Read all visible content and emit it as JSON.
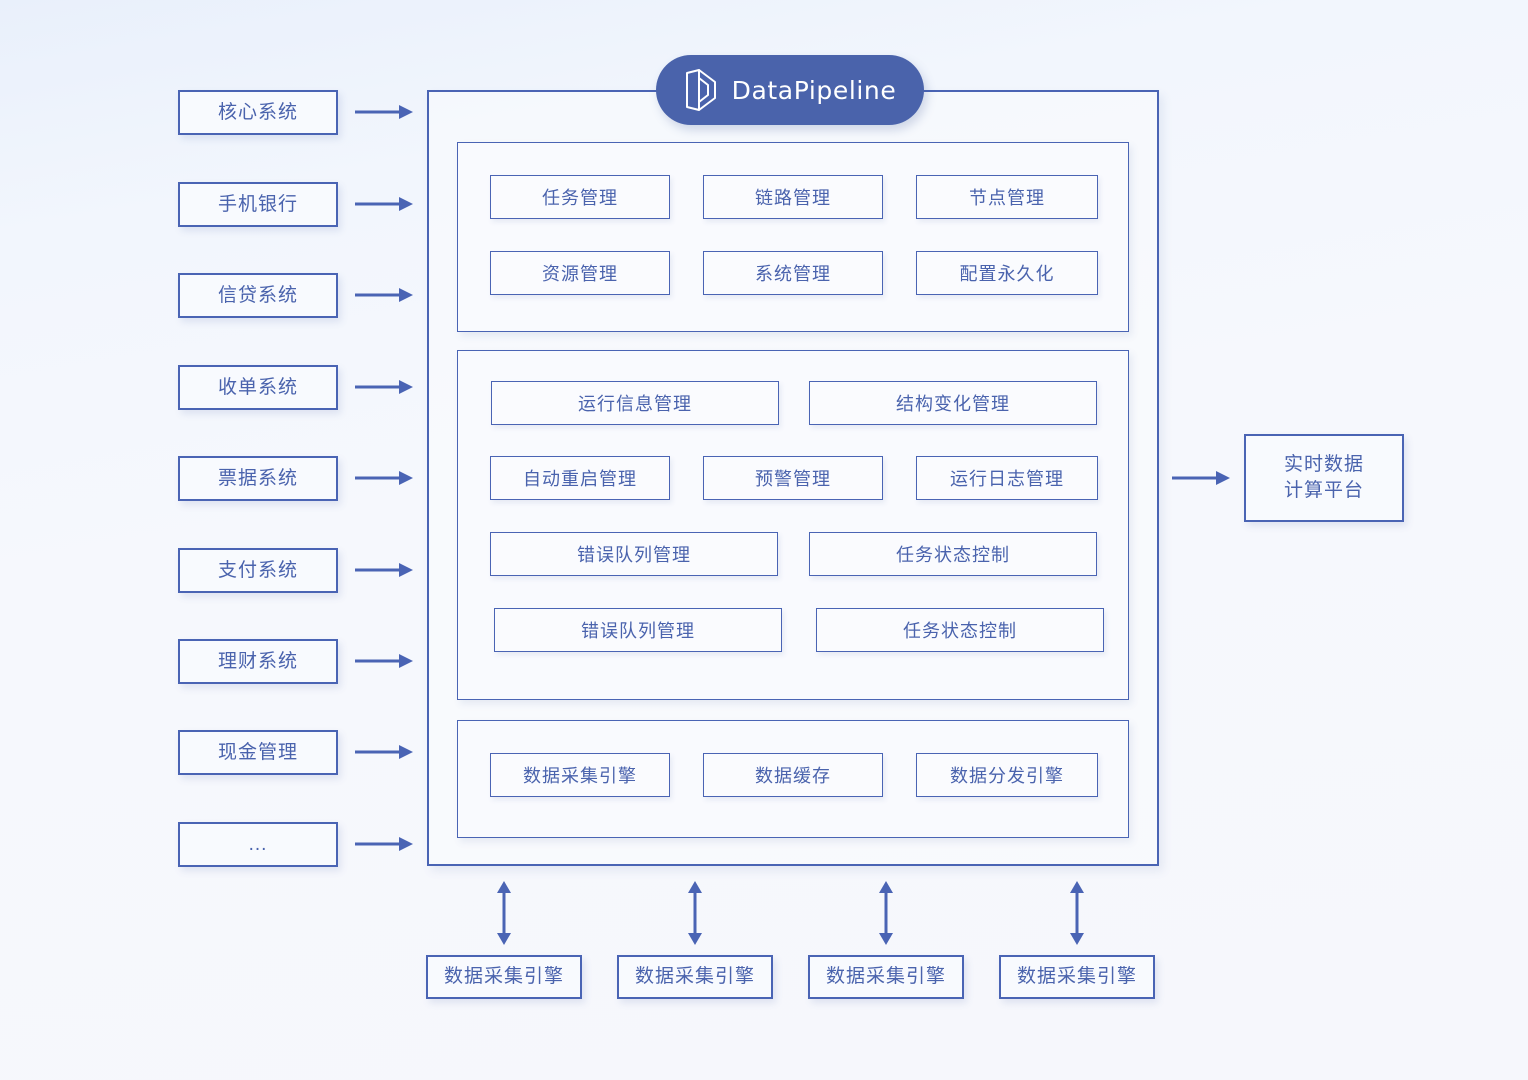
{
  "brand": {
    "name": "DataPipeline",
    "logo_icon": "datapipeline-prism-logo",
    "pill_color": "#4a63ab",
    "accent_color": "#4a64b4",
    "text_color": "#4a63ad",
    "panel_bg": "#f9fafe",
    "page_bg_top": "#e9f0fb",
    "page_bg_bottom": "#f6f7fc"
  },
  "sources": {
    "items": [
      {
        "label": "核心系统"
      },
      {
        "label": "手机银行"
      },
      {
        "label": "信贷系统"
      },
      {
        "label": "收单系统"
      },
      {
        "label": "票据系统"
      },
      {
        "label": "支付系统"
      },
      {
        "label": "理财系统"
      },
      {
        "label": "现金管理"
      },
      {
        "label": "..."
      }
    ],
    "arrow_icon": "arrow-right-icon"
  },
  "platform": {
    "panels": [
      {
        "id": "management",
        "rows": [
          [
            "任务管理",
            "链路管理",
            "节点管理"
          ],
          [
            "资源管理",
            "系统管理",
            "配置永久化"
          ]
        ]
      },
      {
        "id": "operations",
        "rows": [
          [
            "运行信息管理",
            "结构变化管理"
          ],
          [
            "自动重启管理",
            "预警管理",
            "运行日志管理"
          ],
          [
            "错误队列管理",
            "任务状态控制"
          ],
          [
            "错误队列管理",
            "任务状态控制"
          ]
        ]
      },
      {
        "id": "engine",
        "rows": [
          [
            "数据采集引擎",
            "数据缓存",
            "数据分发引擎"
          ]
        ]
      }
    ]
  },
  "output": {
    "line1": "实时数据",
    "line2": "计算平台",
    "arrow_icon": "arrow-right-icon"
  },
  "agents": {
    "arrow_icon": "arrow-up-down-icon",
    "items": [
      {
        "label": "数据采集引擎"
      },
      {
        "label": "数据采集引擎"
      },
      {
        "label": "数据采集引擎"
      },
      {
        "label": "数据采集引擎"
      }
    ]
  }
}
